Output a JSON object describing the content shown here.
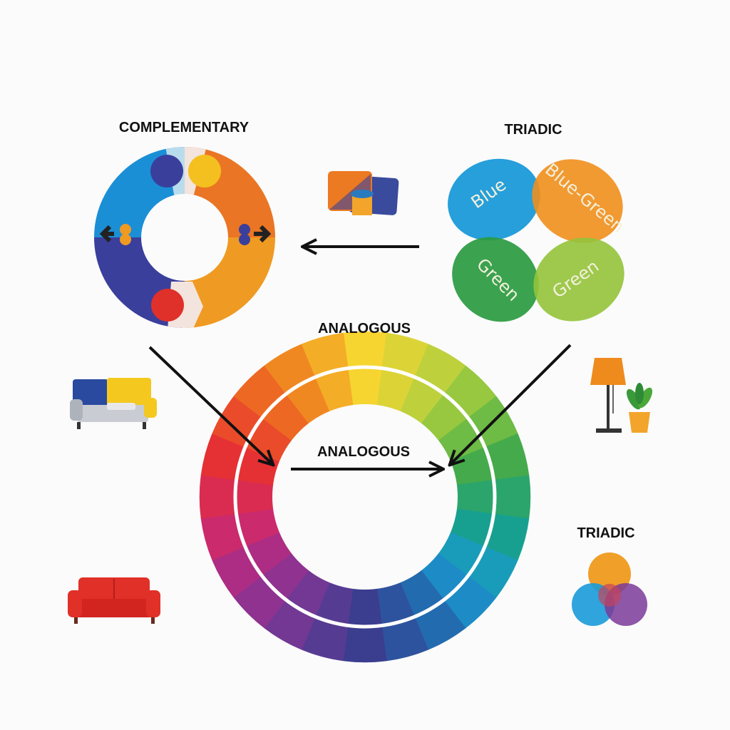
{
  "labels": {
    "complementary": "COMPLEMENTARY",
    "triadic_top": "TRIADIC",
    "analogous_top": "ANALOGOUS",
    "analogous_inner": "ANALOGOUS",
    "triadic_small": "TRIADIC"
  },
  "triadic_petals": [
    "Blue",
    "Blue-Green",
    "Green",
    "Green"
  ],
  "colors": {
    "blue": "#1a9ad8",
    "orange": "#ef8f1c",
    "dark_green": "#2a9a40",
    "light_green": "#93c33a",
    "red": "#e0302a",
    "yellow": "#f4c020",
    "indigo": "#3a3f9c",
    "purple": "#7a3a98"
  },
  "analogous_wheel": {
    "segments": 24,
    "hues": [
      "#f7d531",
      "#c9d43b",
      "#86c441",
      "#3fa84c",
      "#17a18a",
      "#1a9ad0",
      "#2562a8",
      "#3b3d8f",
      "#6a3a94",
      "#9b2f8f",
      "#cf2a6a",
      "#e52d35",
      "#ec5a24",
      "#f19120",
      "#f7d531"
    ]
  }
}
